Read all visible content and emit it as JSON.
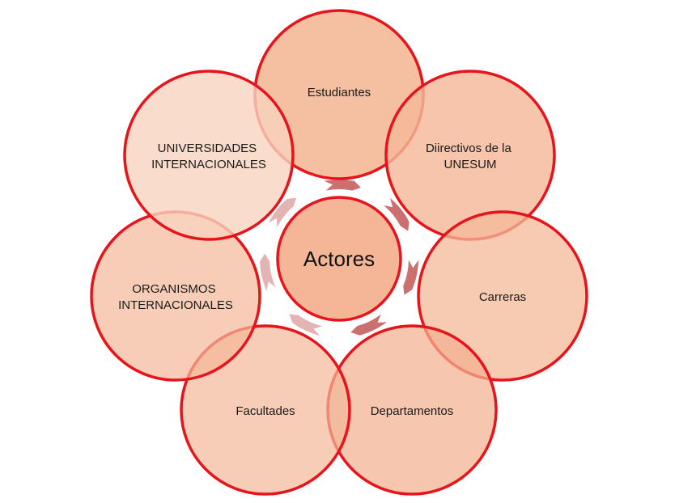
{
  "center": {
    "label": "Actores"
  },
  "nodes": [
    {
      "lines": [
        "Estudiantes"
      ],
      "fill": "#f4b898",
      "opacity": 0.9
    },
    {
      "lines": [
        "Diirectivos de la",
        "UNESUM"
      ],
      "fill": "#f4b898",
      "opacity": 0.82
    },
    {
      "lines": [
        "Carreras"
      ],
      "fill": "#f4b898",
      "opacity": 0.75
    },
    {
      "lines": [
        "Departamentos"
      ],
      "fill": "#f2b090",
      "opacity": 0.72
    },
    {
      "lines": [
        "Facultades"
      ],
      "fill": "#f4b898",
      "opacity": 0.7
    },
    {
      "lines": [
        "ORGANISMOS",
        "INTERNACIONALES"
      ],
      "fill": "#f4b898",
      "opacity": 0.7
    },
    {
      "lines": [
        "UNIVERSIDADES",
        "INTERNACIONALES"
      ],
      "fill": "#f7d3be",
      "opacity": 0.8
    }
  ],
  "colors": {
    "ring_stroke": "#e8141c",
    "center_fill": "#f5b697",
    "arrow": "#cc6f6f",
    "arrow_light": "#e2b4b4"
  }
}
